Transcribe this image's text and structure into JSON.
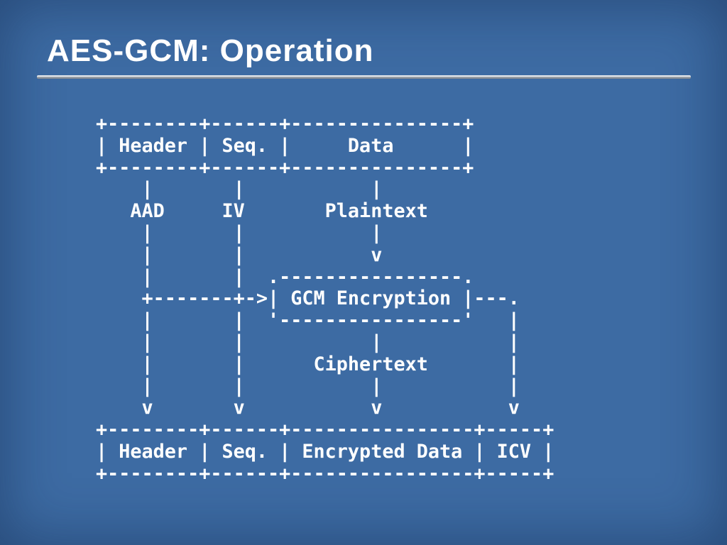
{
  "slide": {
    "title": "AES-GCM: Operation",
    "colors": {
      "background": "#3d6ba3",
      "text": "#ffffff",
      "underline_top": "#dde2e8",
      "underline_bottom": "#878d95"
    },
    "diagram": {
      "ascii_lines": [
        "+--------+------+---------------+",
        "| Header | Seq. |     Data      |",
        "+--------+------+---------------+",
        "    |       |           |",
        "   AAD     IV       Plaintext",
        "    |       |           |",
        "    |       |           v",
        "    |       |  .----------------.",
        "    +-------+->| GCM Encryption |---.",
        "    |       |  '----------------'   |",
        "    |       |           |           |",
        "    |       |      Ciphertext       |",
        "    |       |           |           |",
        "    v       v           v           v",
        "+--------+------+----------------+-----+",
        "| Header | Seq. | Encrypted Data | ICV |",
        "+--------+------+----------------+-----+"
      ],
      "input_packet_fields": [
        "Header",
        "Seq.",
        "Data"
      ],
      "encryption_inputs": [
        "AAD",
        "IV",
        "Plaintext"
      ],
      "process_label": "GCM Encryption",
      "process_output": "Ciphertext",
      "output_packet_fields": [
        "Header",
        "Seq.",
        "Encrypted Data",
        "ICV"
      ]
    }
  }
}
